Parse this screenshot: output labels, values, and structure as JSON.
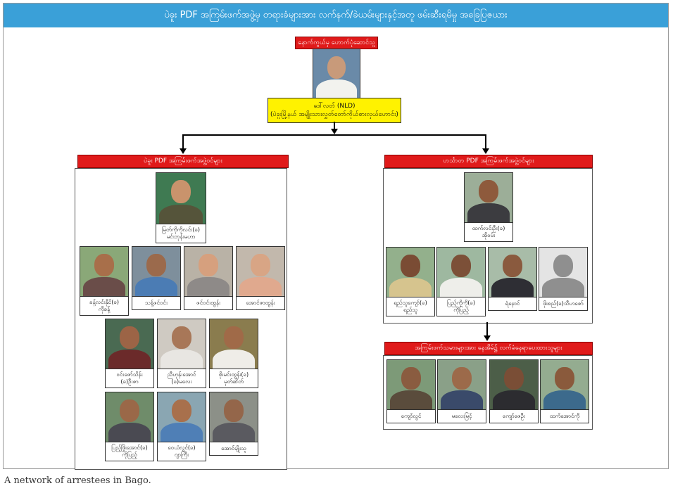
{
  "title": "ပဲခူး PDF အကြမ်းဖက်အဖွဲ့မှ တရားခံများအား လက်နက်/ခဲယမ်းများနှင့်အတူ ဖမ်းဆီးရမိမှု အခြေပြဇယား",
  "leader": {
    "label": "နောက်ကွယ်မှ ဟောက်ပုံဆောင်သူ",
    "name_line1": "ဒေါ်လတ် (NLD)",
    "name_line2": "(ပဲခူးမြို့နယ် အမျိုးသားလွှတ်တော်ကိုယ်စားလှယ်ဟောင်း)"
  },
  "left_group": {
    "label": "ပဲခူး PDF အကြမ်းဖက်အဖွဲ့ဝင်များ",
    "head": [
      "မြတ်ကိုကိုလင်း(ခ)",
      "မင်းဘုန်းမဟာ"
    ],
    "members": [
      [
        "ခန့်လင်းနိုင်(ခ)",
        "ကိုခန့်"
      ],
      [
        "သန့်ဇင်ဝင်း"
      ],
      [
        "ဇင်ဝင်းထွန်း"
      ],
      [
        "အောင်ဇာထွန်း"
      ],
      [
        "ဝင်းဇော်သိန်း",
        "(ခ)ဦးဇာ"
      ],
      [
        "ညီဟုန်းအောင်",
        "(ခ)မလေး"
      ],
      [
        "စိုးမင်းထွန်း(ခ)",
        "မုတ်ဆိတ်"
      ],
      [
        "ပြည့်ဖြိုးအောင်(ခ)",
        "ကိုပြည့်"
      ],
      [
        "ဝေယံလွင်(ခ)",
        "ဂျာကြီး"
      ],
      [
        "အောင်မျိုးသူ"
      ]
    ]
  },
  "right_group": {
    "label": "ဟင်္သာတ PDF အကြမ်းဖက်အဖွဲ့ဝင်များ",
    "head": [
      "ထက်လင်းဦး(ခ)",
      "အိုဝမ်း"
    ],
    "members": [
      [
        "ရည်သူကျော်(ခ)",
        "ရည်သူ"
      ],
      [
        "ပြည့်ကိုကို(ခ)",
        "ကိုပြည့်"
      ],
      [
        "ရဲနောင်"
      ],
      [
        "ဖိုးစည်(ခ)သီဟဇော်"
      ]
    ]
  },
  "shelter_group": {
    "label": "အကြမ်းဖက်သမားများအား နေအိမ်၌ လက်ခံနေရာပေးထားသူများ",
    "members": [
      [
        "ကျော်လွင်"
      ],
      [
        "မလေးမြင့်"
      ],
      [
        "ကျော်ဇေဦး"
      ],
      [
        "ထက်အောင်ကို"
      ]
    ]
  },
  "figure_caption": "A network of arrestees in Bago.",
  "colors": {
    "title_bg": "#3aa0d8",
    "label_red": "#e01a1a",
    "leader_yellow": "#fff200"
  }
}
